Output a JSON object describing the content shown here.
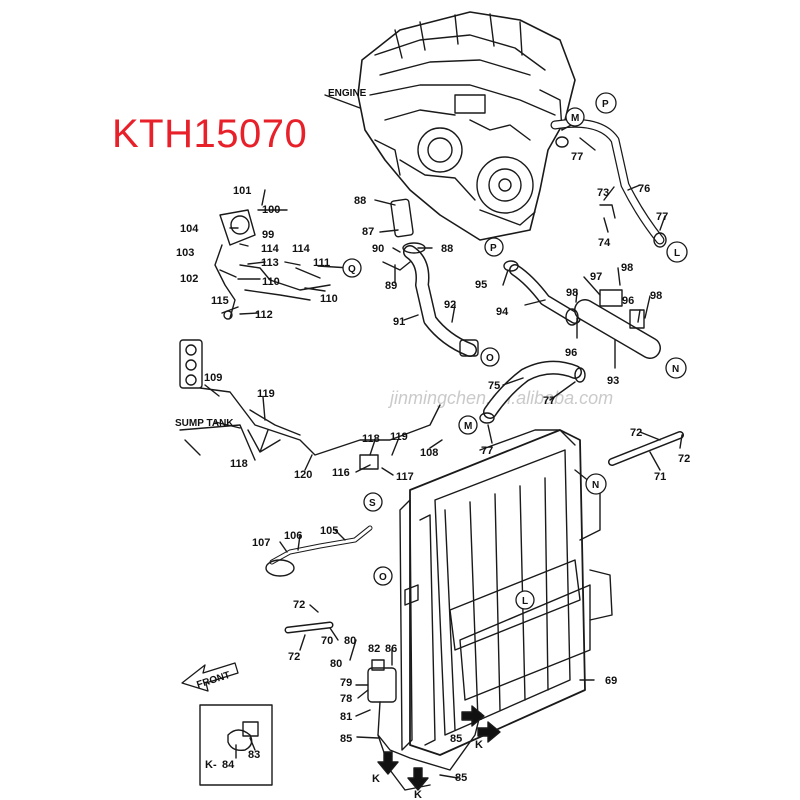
{
  "title": "KTH15070",
  "watermark": "jinmingchen.en.alibaba.com",
  "labels": {
    "engine": "ENGINE",
    "sump_tank": "SUMP TANK",
    "front": "FRONT"
  },
  "part_numbers": {
    "p69": "69",
    "p70": "70",
    "p71": "71",
    "p72": "72",
    "p73": "73",
    "p74": "74",
    "p75": "75",
    "p76": "76",
    "p77": "77",
    "p78": "78",
    "p79": "79",
    "p80": "80",
    "p81": "81",
    "p82": "82",
    "p83": "83",
    "p84": "84",
    "p85": "85",
    "p86": "86",
    "p87": "87",
    "p88": "88",
    "p89": "89",
    "p90": "90",
    "p91": "91",
    "p92": "92",
    "p93": "93",
    "p94": "94",
    "p95": "95",
    "p96": "96",
    "p97": "97",
    "p98": "98",
    "p99": "99",
    "p100": "100",
    "p101": "101",
    "p102": "102",
    "p103": "103",
    "p104": "104",
    "p105": "105",
    "p106": "106",
    "p107": "107",
    "p108": "108",
    "p109": "109",
    "p110": "110",
    "p111": "111",
    "p112": "112",
    "p113": "113",
    "p114": "114",
    "p115": "115",
    "p116": "116",
    "p117": "117",
    "p118": "118",
    "p119": "119",
    "p120": "120"
  },
  "refs": {
    "L": "L",
    "M": "M",
    "N": "N",
    "O": "O",
    "P": "P",
    "Q": "Q",
    "S": "S",
    "K": "K",
    "K_dash": "K-"
  }
}
